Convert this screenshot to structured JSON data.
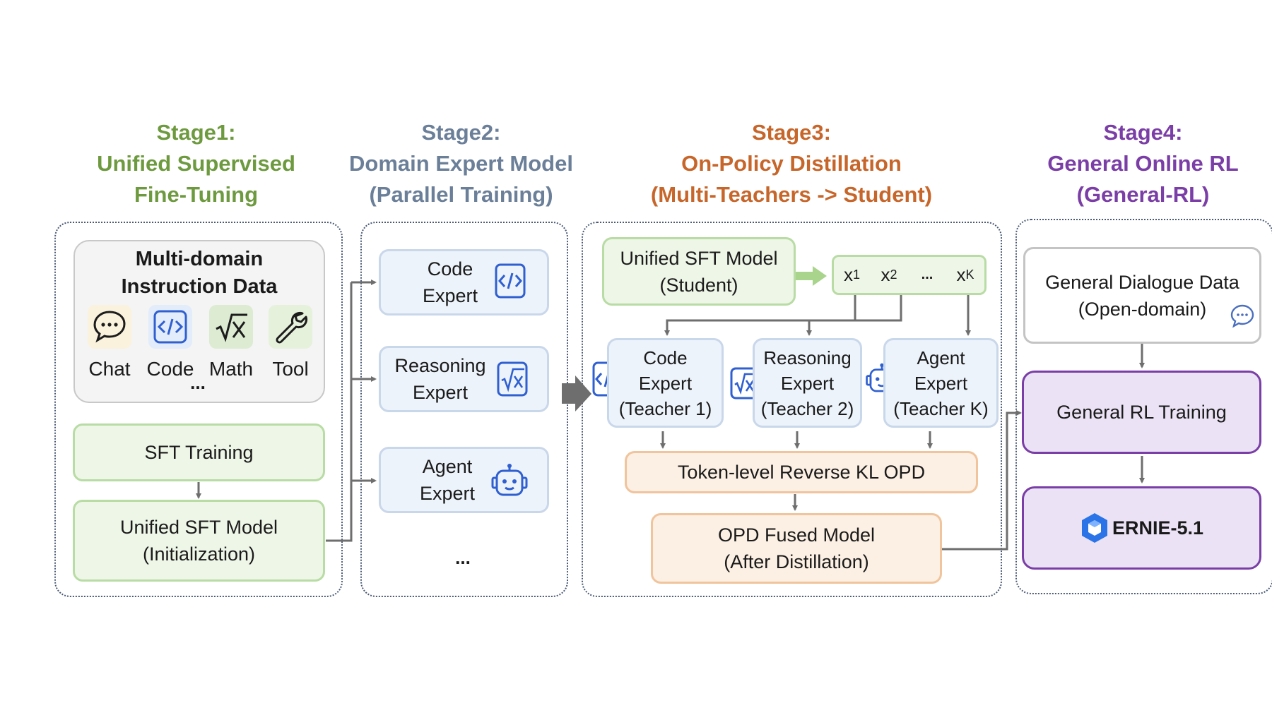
{
  "stages": [
    {
      "label": "Stage1:",
      "line2": "Unified Supervised",
      "line3": "Fine-Tuning",
      "color": "#6e9a3f"
    },
    {
      "label": "Stage2:",
      "line2": "Domain Expert Model",
      "line3": "(Parallel Training)",
      "color": "#6b7f99"
    },
    {
      "label": "Stage3:",
      "line2": "On-Policy Distillation",
      "line3": "(Multi-Teachers -> Student)",
      "color": "#c7662a"
    },
    {
      "label": "Stage4:",
      "line2": "General Online RL",
      "line3": "(General-RL)",
      "color": "#7a3ea6"
    }
  ],
  "stage1": {
    "data_title_1": "Multi-domain",
    "data_title_2": "Instruction Data",
    "domains": [
      {
        "label": "Chat",
        "icon": "chat-bubble-icon"
      },
      {
        "label": "Code",
        "icon": "code-icon"
      },
      {
        "label": "Math",
        "icon": "sqrt-x-icon"
      },
      {
        "label": "Tool",
        "icon": "wrench-icon"
      }
    ],
    "more": "...",
    "sft_training": "SFT Training",
    "model_line1": "Unified SFT Model",
    "model_line2": "(Initialization)"
  },
  "stage2": {
    "experts": [
      {
        "line1": "Code",
        "line2": "Expert",
        "icon": "code-icon"
      },
      {
        "line1": "Reasoning",
        "line2": "Expert",
        "icon": "sqrt-x-icon"
      },
      {
        "line1": "Agent",
        "line2": "Expert",
        "icon": "robot-icon"
      }
    ],
    "more": "..."
  },
  "stage3": {
    "student_line1": "Unified SFT Model",
    "student_line2": "(Student)",
    "tokens": [
      "x",
      "x",
      "...",
      "x"
    ],
    "token_subs": [
      "1",
      "2",
      "",
      "K"
    ],
    "teachers": [
      {
        "line1": "Code",
        "line2": "Expert",
        "line3": "(Teacher 1)",
        "icon": "code-icon"
      },
      {
        "line1": "Reasoning",
        "line2": "Expert",
        "line3": "(Teacher 2)",
        "icon": "sqrt-x-icon"
      },
      {
        "line1": "Agent",
        "line2": "Expert",
        "line3": "(Teacher K)",
        "icon": "robot-icon"
      }
    ],
    "opd": "Token-level Reverse KL OPD",
    "fused_line1": "OPD Fused Model",
    "fused_line2": "(After Distillation)"
  },
  "stage4": {
    "dialogue_line1": "General Dialogue Data",
    "dialogue_line2": "(Open-domain)",
    "rl_training": "General RL Training",
    "final_model": "ERNIE-5.1"
  },
  "colors": {
    "green_border": "#b8dca4",
    "blue_border": "#c9d7ea",
    "orange_border": "#f0c49c",
    "purple_border": "#7a3ea6",
    "icon_blue": "#2f5fd0",
    "ernie_blue": "#2a74e8"
  }
}
